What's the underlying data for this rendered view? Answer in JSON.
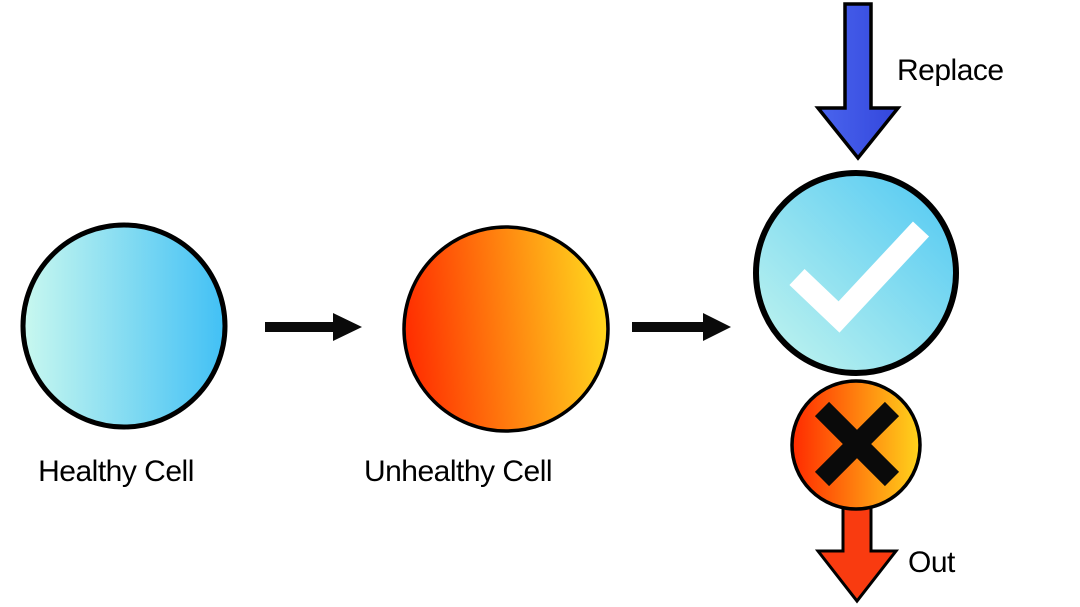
{
  "diagram": {
    "title_hint": "cell replacement flow",
    "labels": {
      "healthy": "Healthy Cell",
      "unhealthy": "Unhealthy Cell",
      "replace": "Replace",
      "out": "Out"
    },
    "colors": {
      "background": "#ffffff",
      "outline": "#000000",
      "text": "#000000",
      "flow_arrow": "#0a0a0a",
      "healthy_gradient_start": "#c9f8ef",
      "healthy_gradient_end": "#41c0f5",
      "check_gradient_start": "#c6f6ee",
      "check_gradient_end": "#4ec7f3",
      "unhealthy_gradient_start": "#ff2b00",
      "unhealthy_gradient_end": "#ffd81e",
      "x_gradient_start": "#ff2a00",
      "x_gradient_end": "#ffd41c",
      "replace_arrow_start": "#4a65ee",
      "replace_arrow_end": "#3346dc",
      "out_arrow_fill": "#f93b10",
      "check_mark": "#ffffff",
      "x_mark": "#0a0a0a"
    }
  }
}
